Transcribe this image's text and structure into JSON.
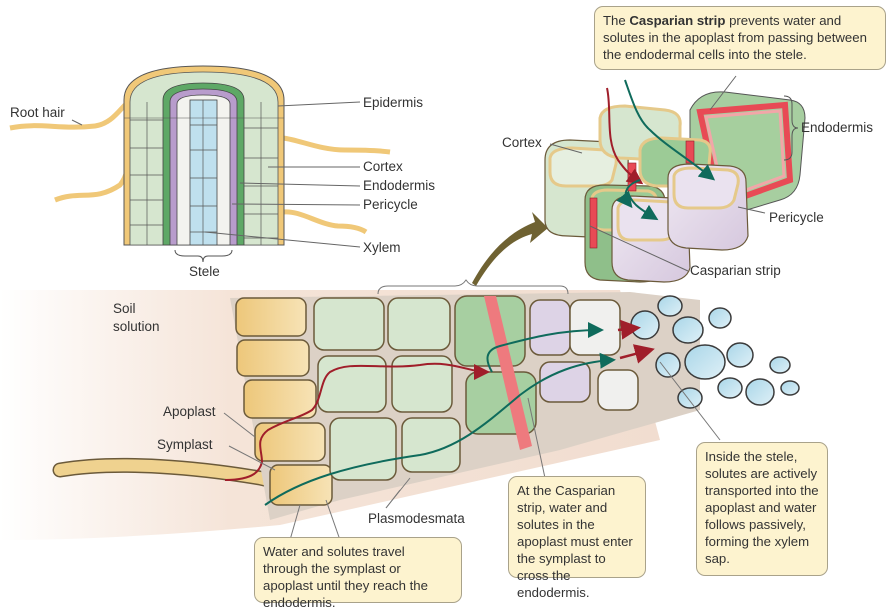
{
  "figure": {
    "title": "Water and solute transport across the root endodermis",
    "colors": {
      "epidermis": "#f0c878",
      "cortex": "#d6e6cf",
      "endodermis": "#5ea866",
      "pericycle": "#b89ccc",
      "xylem": "#bfe0ee",
      "casparian_strip": "#e84a55",
      "soil": "#f5e4d8",
      "apoplast_path": "#a01e2a",
      "symplast_path": "#0f6b5c",
      "callout_bg": "#fdf3cf",
      "big_arrow": "#6f6232"
    }
  },
  "root_section": {
    "labels": {
      "root_hair": "Root hair",
      "epidermis": "Epidermis",
      "cortex": "Cortex",
      "endodermis": "Endodermis",
      "pericycle": "Pericycle",
      "xylem": "Xylem",
      "stele": "Stele"
    }
  },
  "cell_detail": {
    "labels": {
      "cortex": "Cortex",
      "endodermis": "Endodermis",
      "pericycle": "Pericycle",
      "casparian_strip": "Casparian strip"
    },
    "callout": {
      "prefix": "The ",
      "bold": "Casparian strip",
      "suffix": " prevents water and solutes in the apoplast from passing between the endodermal cells into the stele."
    }
  },
  "pathway": {
    "labels": {
      "soil_solution": "Soil solution",
      "apoplast": "Apoplast",
      "symplast": "Symplast",
      "plasmodesmata": "Plasmodesmata"
    },
    "callouts": {
      "travel": "Water and solutes travel through the symplast or apoplast until they reach the endodermis.",
      "casparian": "At the Casparian strip, water and solutes in the apoplast must enter the symplast to cross the endodermis.",
      "stele": "Inside the stele, solutes are actively transported into the apoplast and water follows passively, forming the xylem sap."
    }
  }
}
